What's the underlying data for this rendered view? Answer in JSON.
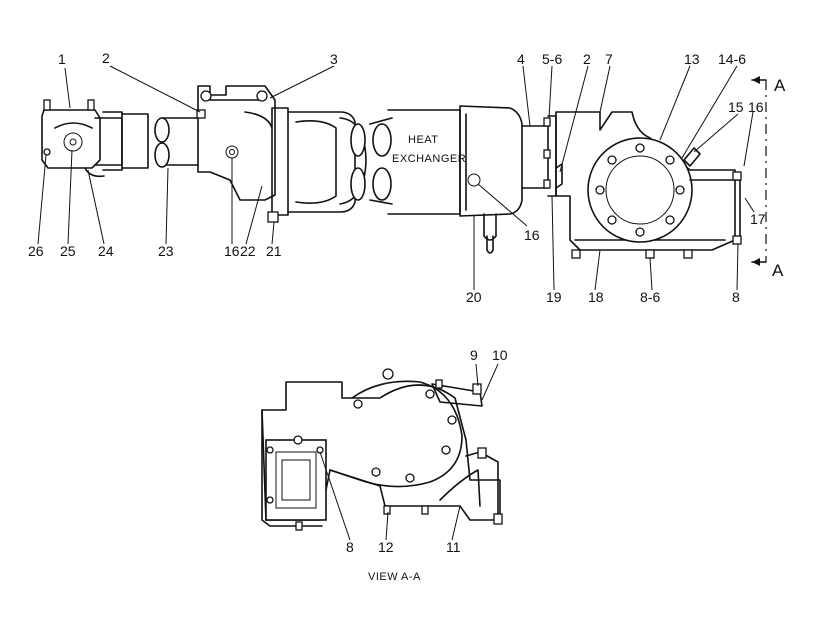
{
  "callouts": {
    "c1": "1",
    "c2a": "2",
    "c3": "3",
    "c4": "4",
    "c5_6": "5-6",
    "c2b": "2",
    "c7": "7",
    "c13": "13",
    "c14_6": "14-6",
    "c15": "15",
    "c16a": "16",
    "c17": "17",
    "c26": "26",
    "c25": "25",
    "c24": "24",
    "c23": "23",
    "c16b": "16",
    "c22": "22",
    "c21": "21",
    "c20": "20",
    "c16c": "16",
    "c19": "19",
    "c18": "18",
    "c8_6": "8-6",
    "c8a": "8",
    "c9": "9",
    "c10": "10",
    "c8b": "8",
    "c12": "12",
    "c11": "11"
  },
  "section_marks": {
    "top": "A",
    "bottom": "A"
  },
  "labels": {
    "heat_line1": "HEAT",
    "heat_line2": "EXCHANGER",
    "view": "VIEW  A-A"
  }
}
